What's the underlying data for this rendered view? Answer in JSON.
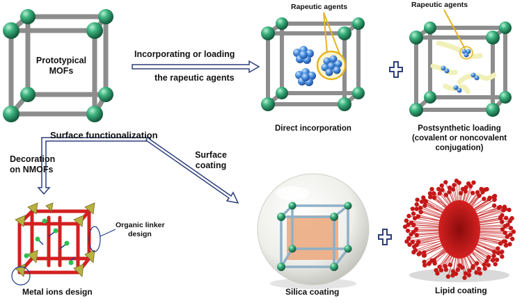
{
  "labels": {
    "prototypical_mofs_line1": "Prototypical",
    "prototypical_mofs_line2": "MOFs",
    "incorporating_line1": "Incorporating or loading",
    "incorporating_line2": "the rapeutic agents",
    "rapeutic_agents_left": "Rapeutic agents",
    "rapeutic_agents_right": "Rapeutic agents",
    "direct_incorporation": "Direct incorporation",
    "postsynthetic_line1": "Postsynthetic loading",
    "postsynthetic_line2": "(covalent or noncovalent",
    "postsynthetic_line3": "conjugation)",
    "surface_functionalization": "Surface functionalization",
    "decoration_line1": "Decoration",
    "decoration_line2": "on NMOFs",
    "surface_coating_line1": "Surface",
    "surface_coating_line2": "coating",
    "organic_linker_line1": "Organic linker",
    "organic_linker_line2": "design",
    "metal_ions_design": "Metal ions design",
    "silica_coating": "Silica coating",
    "lipid_coating": "Lipid coating"
  },
  "colors": {
    "node_green": "#2e9e6e",
    "strut_gray": "#8a8a8a",
    "agent_blue": "#4a8fe0",
    "highlight_gold": "#e6b422",
    "linker_red": "#d32020",
    "metal_olive": "#b8b040",
    "arrow_navy": "#2c3e7a",
    "silica_core": "#e8a070",
    "lipid_red": "#c41818"
  }
}
